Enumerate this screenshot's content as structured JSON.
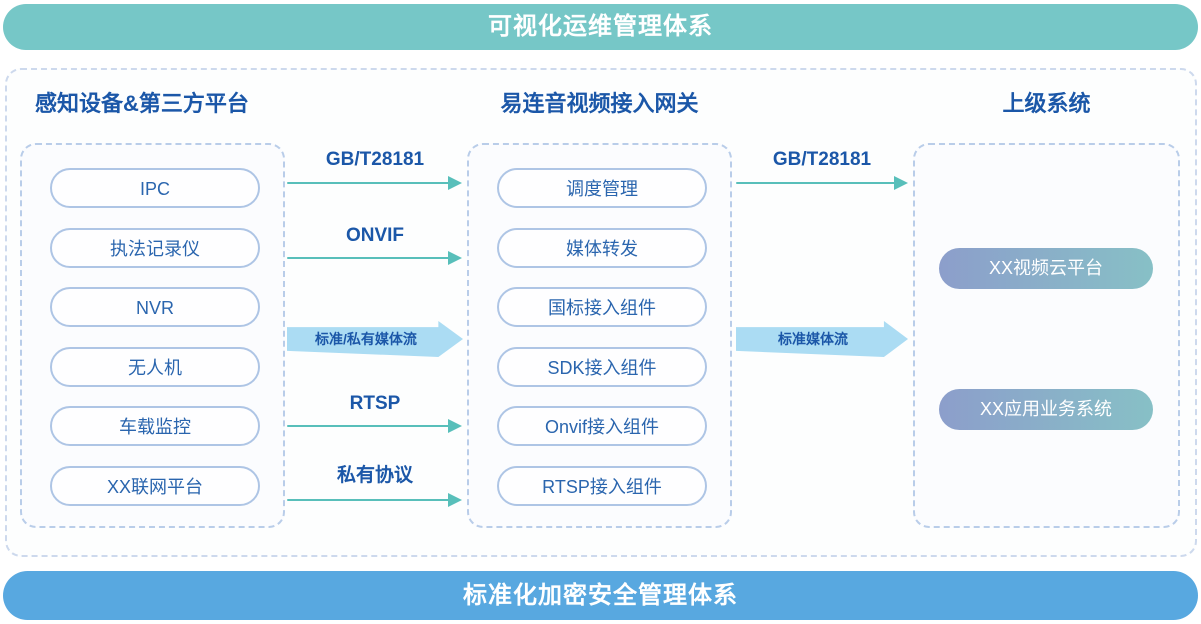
{
  "banners": {
    "top": {
      "label": "可视化运维管理体系",
      "bg": "#76C7C7"
    },
    "bottom": {
      "label": "标准化加密安全管理体系",
      "bg": "#58A8E0"
    }
  },
  "columns": [
    {
      "title": "感知设备&第三方平台",
      "items": [
        "IPC",
        "执法记录仪",
        "NVR",
        "无人机",
        "车载监控",
        "XX联网平台"
      ]
    },
    {
      "title": "易连音视频接入网关",
      "items": [
        "调度管理",
        "媒体转发",
        "国标接入组件",
        "SDK接入组件",
        "Onvif接入组件",
        "RTSP接入组件"
      ]
    },
    {
      "title": "上级系统",
      "items": [
        "XX视频云平台",
        "XX应用业务系统"
      ]
    }
  ],
  "flows_left_to_middle": [
    {
      "label": "GB/T28181",
      "type": "thin"
    },
    {
      "label": "ONVIF",
      "type": "thin"
    },
    {
      "label": "标准/私有媒体流",
      "type": "thick"
    },
    {
      "label": "RTSP",
      "type": "thin"
    },
    {
      "label": "私有协议",
      "type": "thin"
    }
  ],
  "flows_middle_to_right": [
    {
      "label": "GB/T28181",
      "type": "thin"
    },
    {
      "label": "标准媒体流",
      "type": "thick"
    }
  ],
  "colors": {
    "top_banner": "#76C7C7",
    "bottom_banner": "#58A8E0",
    "heading_text": "#1B57A8",
    "pill_border": "#AEC5E5",
    "pill_text": "#2A65AE",
    "dashed_border": "#B9CDE9",
    "thin_arrow": "#58BFBA",
    "thick_arrow_bg": "#ABDCF3",
    "gradient_pill_start": "#8C9ECB",
    "gradient_pill_end": "#87C0C6"
  }
}
